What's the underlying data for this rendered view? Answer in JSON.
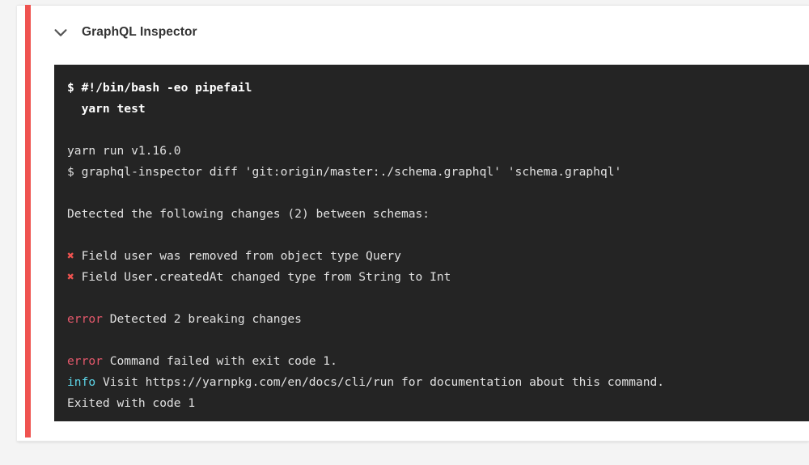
{
  "page": {
    "background_color": "#f4f4f4"
  },
  "card": {
    "accent_color": "#ef5350",
    "background_color": "#ffffff"
  },
  "header": {
    "chevron_icon": "chevron-down-icon",
    "title": "GraphQL Inspector"
  },
  "terminal": {
    "background_color": "#242424",
    "text_color": "#e3e3e3",
    "error_color": "#e4586b",
    "info_color": "#5dd5e8",
    "cross_color": "#ef5350",
    "lines": [
      {
        "id": "cmd-shebang",
        "type": "command",
        "segments": [
          {
            "style": "bold",
            "text": "$ #!/bin/bash -eo pipefail"
          }
        ]
      },
      {
        "id": "cmd-yarn-test",
        "type": "command",
        "segments": [
          {
            "style": "bold",
            "text": "  yarn test"
          }
        ]
      },
      {
        "id": "blank-1",
        "type": "blank",
        "segments": [
          {
            "style": "plain",
            "text": ""
          }
        ]
      },
      {
        "id": "out-yarn-version",
        "type": "output",
        "segments": [
          {
            "style": "plain",
            "text": "yarn run v1.16.0"
          }
        ]
      },
      {
        "id": "out-inspector-diff",
        "type": "output",
        "segments": [
          {
            "style": "plain",
            "text": "$ graphql-inspector diff 'git:origin/master:./schema.graphql' 'schema.graphql'"
          }
        ]
      },
      {
        "id": "blank-2",
        "type": "blank",
        "segments": [
          {
            "style": "plain",
            "text": ""
          }
        ]
      },
      {
        "id": "out-detected-changes",
        "type": "output",
        "segments": [
          {
            "style": "plain",
            "text": "Detected the following changes (2) between schemas:"
          }
        ]
      },
      {
        "id": "blank-3",
        "type": "blank",
        "segments": [
          {
            "style": "plain",
            "text": ""
          }
        ]
      },
      {
        "id": "change-1",
        "type": "breaking-change",
        "segments": [
          {
            "style": "cross",
            "text": "✖"
          },
          {
            "style": "plain",
            "text": " Field user was removed from object type Query"
          }
        ]
      },
      {
        "id": "change-2",
        "type": "breaking-change",
        "segments": [
          {
            "style": "cross",
            "text": "✖"
          },
          {
            "style": "plain",
            "text": " Field User.createdAt changed type from String to Int"
          }
        ]
      },
      {
        "id": "blank-4",
        "type": "blank",
        "segments": [
          {
            "style": "plain",
            "text": ""
          }
        ]
      },
      {
        "id": "err-breaking-count",
        "type": "error",
        "segments": [
          {
            "style": "error",
            "text": "error"
          },
          {
            "style": "plain",
            "text": " Detected 2 breaking changes"
          }
        ]
      },
      {
        "id": "blank-5",
        "type": "blank",
        "segments": [
          {
            "style": "plain",
            "text": ""
          }
        ]
      },
      {
        "id": "err-command-failed",
        "type": "error",
        "segments": [
          {
            "style": "error",
            "text": "error"
          },
          {
            "style": "plain",
            "text": " Command failed with exit code 1."
          }
        ]
      },
      {
        "id": "info-visit-docs",
        "type": "info",
        "segments": [
          {
            "style": "info",
            "text": "info"
          },
          {
            "style": "plain",
            "text": " Visit https://yarnpkg.com/en/docs/cli/run for documentation about this command."
          }
        ]
      },
      {
        "id": "out-exited",
        "type": "output",
        "segments": [
          {
            "style": "plain",
            "text": "Exited with code 1"
          }
        ]
      }
    ]
  }
}
